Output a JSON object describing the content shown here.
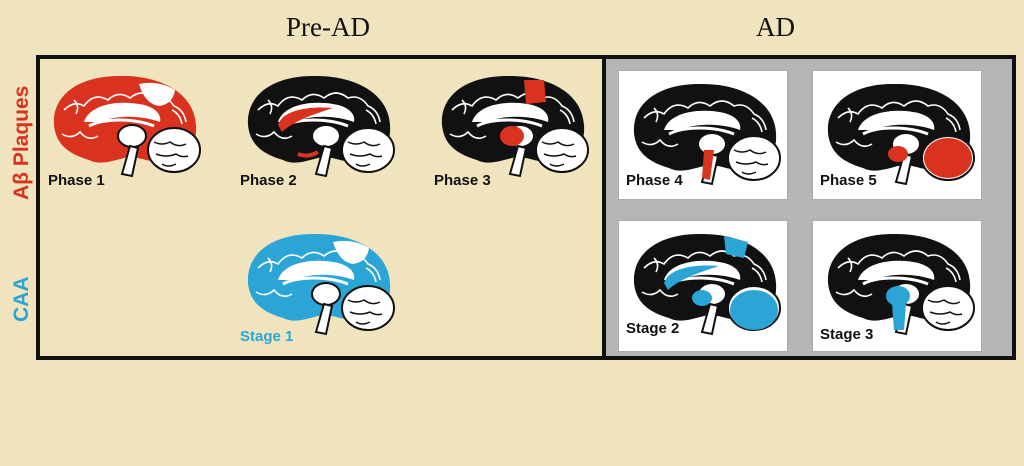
{
  "headers": {
    "pre_ad": "Pre-AD",
    "ad": "AD"
  },
  "row_labels": {
    "ab_plaques": "Aβ Plaques",
    "caa": "CAA",
    "ab_color": "#d9331f",
    "caa_color": "#2aa5d6"
  },
  "pre_ad": {
    "ab": [
      {
        "caption": "Phase 1"
      },
      {
        "caption": "Phase 2"
      },
      {
        "caption": "Phase 3"
      }
    ],
    "caa": [
      {
        "caption": "Stage 1"
      }
    ]
  },
  "ad": {
    "ab": [
      {
        "caption": "Phase 4"
      },
      {
        "caption": "Phase 5"
      }
    ],
    "caa": [
      {
        "caption": "Stage 2"
      },
      {
        "caption": "Stage 3"
      }
    ]
  }
}
